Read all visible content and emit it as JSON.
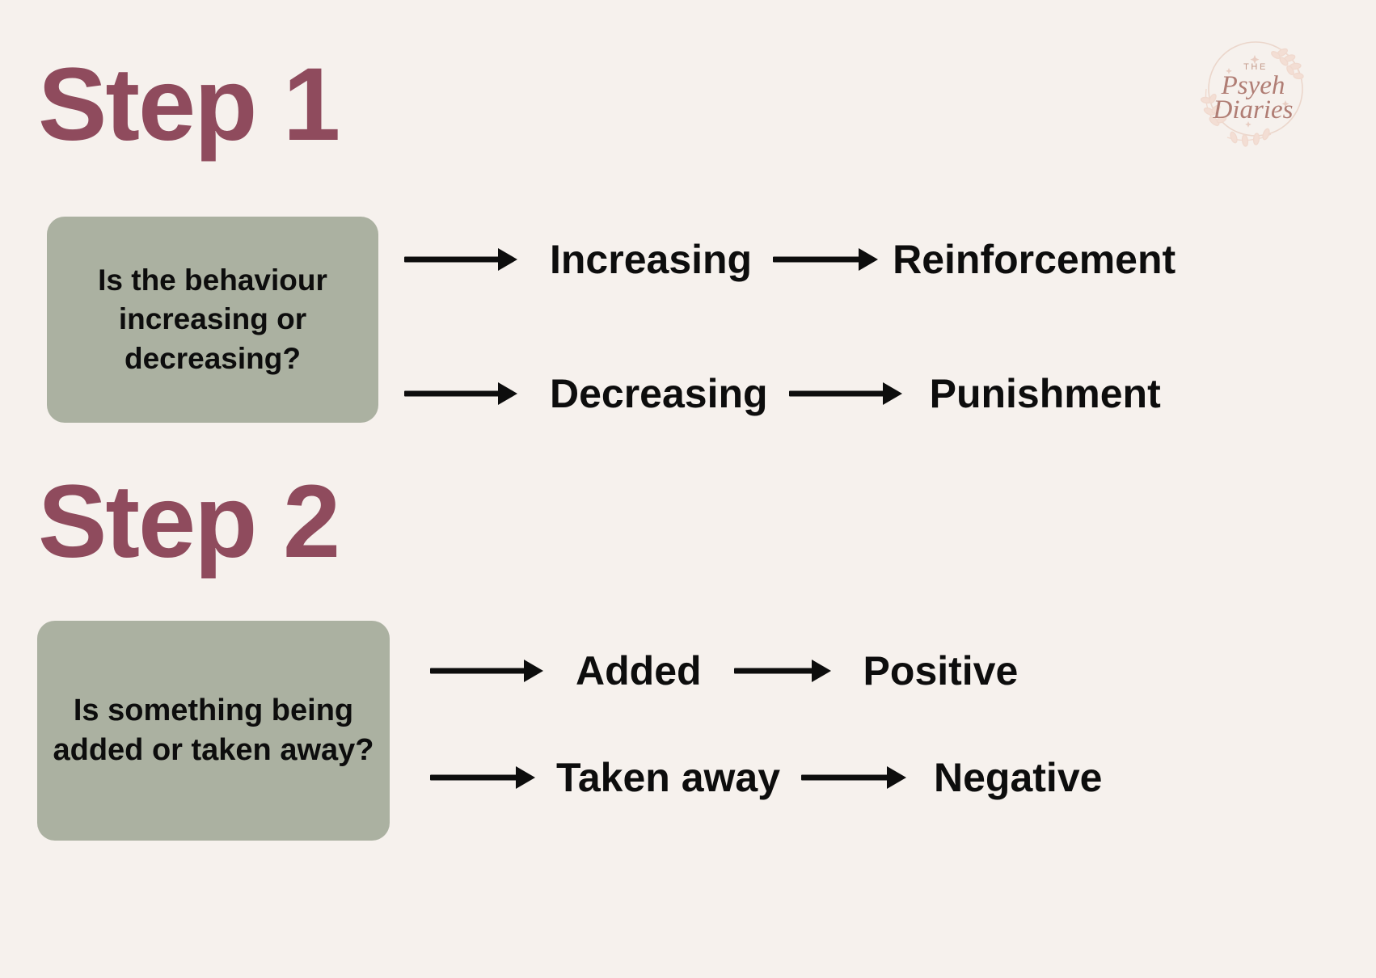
{
  "page": {
    "background_color": "#F6F1ED",
    "accent_color": "#8F4B5D",
    "box_color": "#ABB1A1",
    "text_color": "#0D0D0D"
  },
  "logo": {
    "the": "THE",
    "name_line1": "Psyeh",
    "name_line2": "Diaries"
  },
  "steps": [
    {
      "heading": "Step 1",
      "question": "Is the behaviour increasing or decreasing?",
      "branches": [
        {
          "condition": "Increasing",
          "result": "Reinforcement"
        },
        {
          "condition": "Decreasing",
          "result": "Punishment"
        }
      ]
    },
    {
      "heading": "Step 2",
      "question": "Is something being added or taken away?",
      "branches": [
        {
          "condition": "Added",
          "result": "Positive"
        },
        {
          "condition": "Taken away",
          "result": "Negative"
        }
      ]
    }
  ]
}
